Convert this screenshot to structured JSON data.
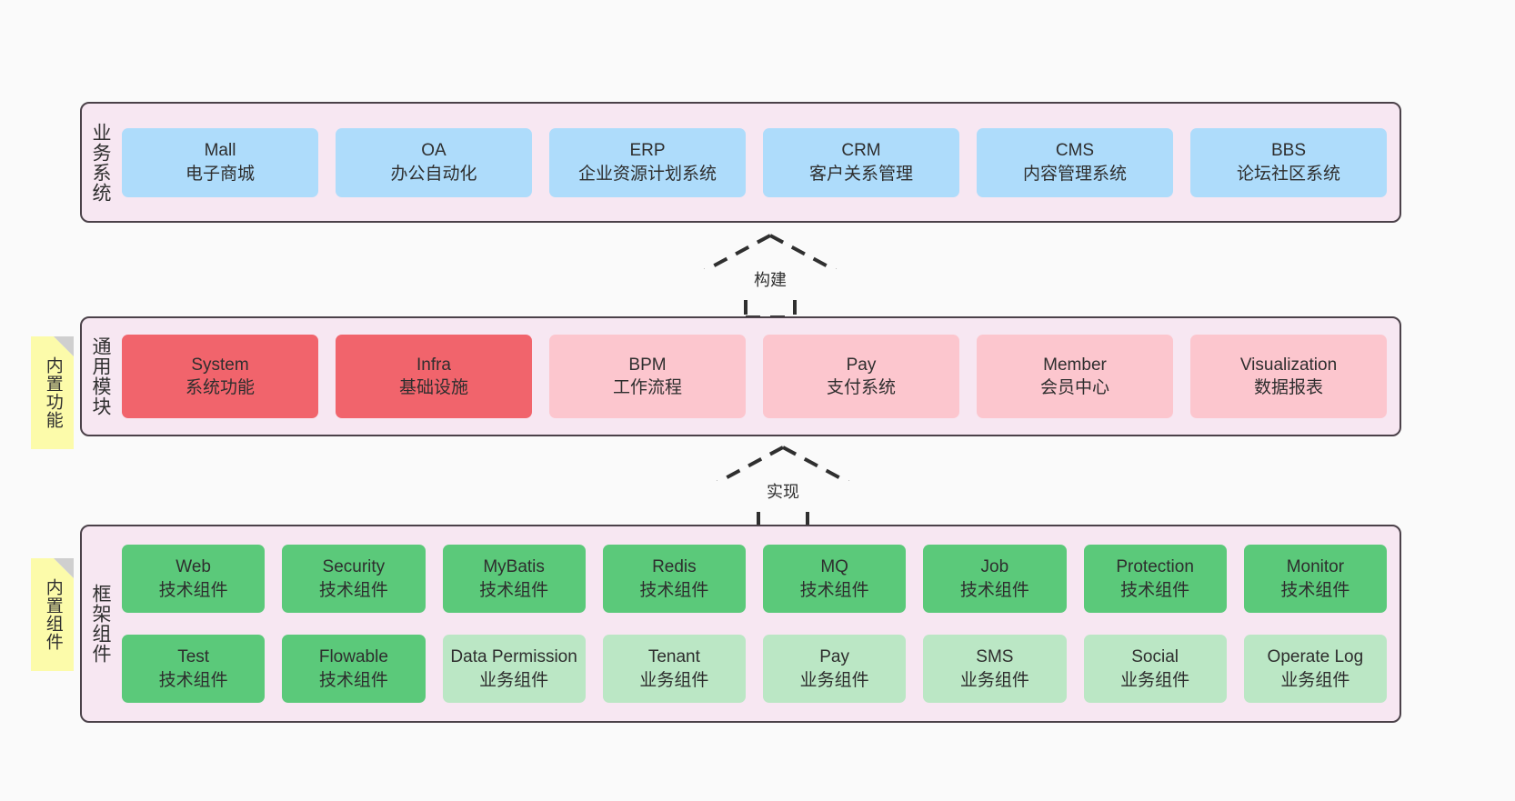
{
  "diagram": {
    "background": "#fafafa",
    "border_color": "#4b4149",
    "layer_fill": "#f7e7f2",
    "note_fill": "#fcfbaa"
  },
  "layers": [
    {
      "id": "business",
      "title": "业务系统",
      "node_color": "#aedcfb",
      "nodes": [
        {
          "title": "Mall",
          "sub": "电子商城"
        },
        {
          "title": "OA",
          "sub": "办公自动化"
        },
        {
          "title": "ERP",
          "sub": "企业资源计划系统"
        },
        {
          "title": "CRM",
          "sub": "客户关系管理"
        },
        {
          "title": "CMS",
          "sub": "内容管理系统"
        },
        {
          "title": "BBS",
          "sub": "论坛社区系统"
        }
      ]
    },
    {
      "id": "common",
      "title": "通用模块",
      "note": "内置功能",
      "node_color_primary": "#f1646c",
      "node_color_secondary": "#fcc6ce",
      "nodes": [
        {
          "title": "System",
          "sub": "系统功能",
          "style": "red"
        },
        {
          "title": "Infra",
          "sub": "基础设施",
          "style": "red"
        },
        {
          "title": "BPM",
          "sub": "工作流程",
          "style": "pink"
        },
        {
          "title": "Pay",
          "sub": "支付系统",
          "style": "pink"
        },
        {
          "title": "Member",
          "sub": "会员中心",
          "style": "pink"
        },
        {
          "title": "Visualization",
          "sub": "数据报表",
          "style": "pink"
        }
      ]
    },
    {
      "id": "frame",
      "title": "框架组件",
      "note": "内置组件",
      "node_color_primary": "#5bc97a",
      "node_color_secondary": "#bbe7c5",
      "row1": [
        {
          "title": "Web",
          "sub": "技术组件"
        },
        {
          "title": "Security",
          "sub": "技术组件"
        },
        {
          "title": "MyBatis",
          "sub": "技术组件"
        },
        {
          "title": "Redis",
          "sub": "技术组件"
        },
        {
          "title": "MQ",
          "sub": "技术组件"
        },
        {
          "title": "Job",
          "sub": "技术组件"
        },
        {
          "title": "Protection",
          "sub": "技术组件"
        },
        {
          "title": "Monitor",
          "sub": "技术组件"
        }
      ],
      "row2": [
        {
          "title": "Test",
          "sub": "技术组件",
          "style": "green"
        },
        {
          "title": "Flowable",
          "sub": "技术组件",
          "style": "green"
        },
        {
          "title": "Data Permission",
          "sub": "业务组件",
          "style": "green-light"
        },
        {
          "title": "Tenant",
          "sub": "业务组件",
          "style": "green-light"
        },
        {
          "title": "Pay",
          "sub": "业务组件",
          "style": "green-light"
        },
        {
          "title": "SMS",
          "sub": "业务组件",
          "style": "green-light"
        },
        {
          "title": "Social",
          "sub": "业务组件",
          "style": "green-light"
        },
        {
          "title": "Operate Log",
          "sub": "业务组件",
          "style": "green-light"
        }
      ]
    }
  ],
  "arrows": [
    {
      "id": "build",
      "label": "构建",
      "style": "dashed-generalization",
      "direction": "up"
    },
    {
      "id": "realize",
      "label": "实现",
      "style": "dashed-generalization",
      "direction": "up"
    }
  ]
}
